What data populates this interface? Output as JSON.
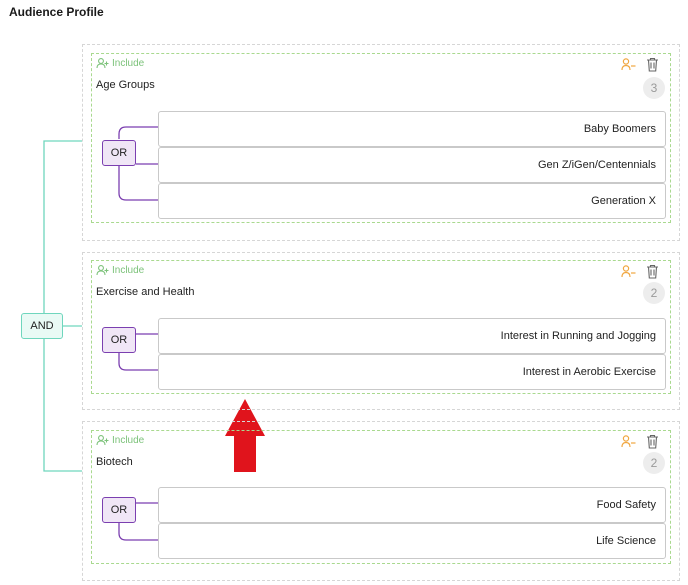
{
  "header": {
    "title": "Audience Profile"
  },
  "connectors": {
    "and_label": "AND"
  },
  "colors": {
    "and_line": "#6fd6bd",
    "or_line": "#7b3fb0",
    "include_text": "#7cc27a",
    "exclude_icon": "#f0a640",
    "arrow": "#e0141c"
  },
  "groups": [
    {
      "include_label": "Include",
      "name": "Age Groups",
      "count": "3",
      "or_label": "OR",
      "items": [
        "Baby Boomers",
        "Gen Z/iGen/Centennials",
        "Generation X"
      ]
    },
    {
      "include_label": "Include",
      "name": "Exercise and Health",
      "count": "2",
      "or_label": "OR",
      "items": [
        "Interest in Running and Jogging",
        "Interest in Aerobic Exercise"
      ]
    },
    {
      "include_label": "Include",
      "name": "Biotech",
      "count": "2",
      "or_label": "OR",
      "items": [
        "Food Safety",
        "Life Science"
      ]
    }
  ],
  "icons": {
    "include": "add-person-icon",
    "exclude": "remove-person-icon",
    "delete": "trash-icon",
    "annotation": "up-arrow-icon"
  }
}
